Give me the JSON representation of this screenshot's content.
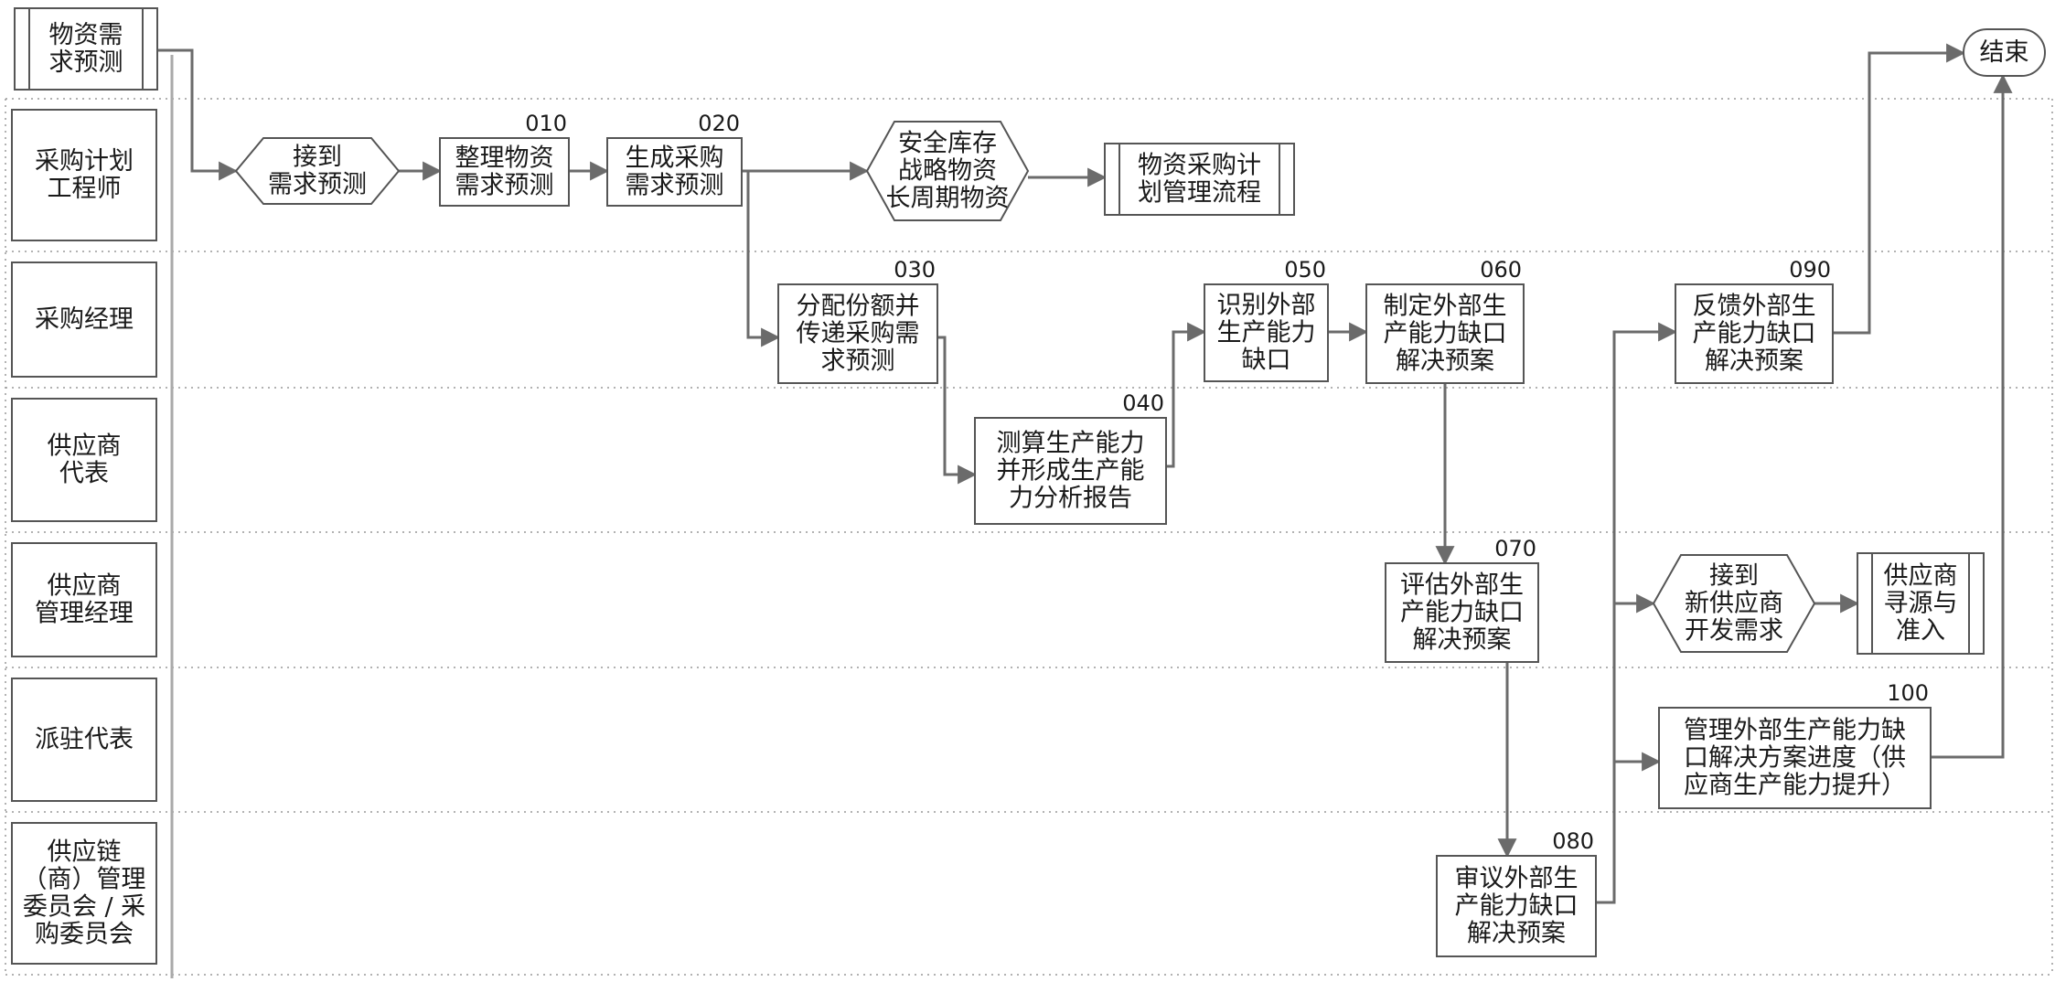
{
  "lanes": [
    {
      "id": "L1",
      "lines": [
        "采购计划",
        "工程师"
      ]
    },
    {
      "id": "L2",
      "lines": [
        "采购经理"
      ]
    },
    {
      "id": "L3",
      "lines": [
        "供应商",
        "代表"
      ]
    },
    {
      "id": "L4",
      "lines": [
        "供应商",
        "管理经理"
      ]
    },
    {
      "id": "L5",
      "lines": [
        "派驻代表"
      ]
    },
    {
      "id": "L6",
      "lines": [
        "供应链",
        "（商）管理",
        "委员会 / 采",
        "购委员会"
      ]
    }
  ],
  "nodes": [
    {
      "id": "N00",
      "shape": "subprocess",
      "lines": [
        "物资需",
        "求预测"
      ]
    },
    {
      "id": "N01",
      "shape": "hexagon",
      "lines": [
        "接到",
        "需求预测"
      ]
    },
    {
      "id": "N010",
      "shape": "rect",
      "code": "010",
      "lines": [
        "整理物资",
        "需求预测"
      ]
    },
    {
      "id": "N020",
      "shape": "rect",
      "code": "020",
      "lines": [
        "生成采购",
        "需求预测"
      ]
    },
    {
      "id": "N02",
      "shape": "hexagon",
      "lines": [
        "安全库存",
        "战略物资",
        "长周期物资"
      ]
    },
    {
      "id": "N03",
      "shape": "subprocess",
      "lines": [
        "物资采购计",
        "划管理流程"
      ]
    },
    {
      "id": "N030",
      "shape": "rect",
      "code": "030",
      "lines": [
        "分配份额并",
        "传递采购需",
        "求预测"
      ]
    },
    {
      "id": "N040",
      "shape": "rect",
      "code": "040",
      "lines": [
        "测算生产能力",
        "并形成生产能",
        "力分析报告"
      ]
    },
    {
      "id": "N050",
      "shape": "rect",
      "code": "050",
      "lines": [
        "识别外部",
        "生产能力",
        "缺口"
      ]
    },
    {
      "id": "N060",
      "shape": "rect",
      "code": "060",
      "lines": [
        "制定外部生",
        "产能力缺口",
        "解决预案"
      ]
    },
    {
      "id": "N070",
      "shape": "rect",
      "code": "070",
      "lines": [
        "评估外部生",
        "产能力缺口",
        "解决预案"
      ]
    },
    {
      "id": "N080",
      "shape": "rect",
      "code": "080",
      "lines": [
        "审议外部生",
        "产能力缺口",
        "解决预案"
      ]
    },
    {
      "id": "N090",
      "shape": "rect",
      "code": "090",
      "lines": [
        "反馈外部生",
        "产能力缺口",
        "解决预案"
      ]
    },
    {
      "id": "N04",
      "shape": "hexagon",
      "lines": [
        "接到",
        "新供应商",
        "开发需求"
      ]
    },
    {
      "id": "N05",
      "shape": "subprocess",
      "lines": [
        "供应商",
        "寻源与",
        "准入"
      ]
    },
    {
      "id": "N100",
      "shape": "rect",
      "code": "100",
      "lines": [
        "管理外部生产能力缺",
        "口解决方案进度（供",
        "应商生产能力提升）"
      ]
    },
    {
      "id": "NEND",
      "shape": "terminator",
      "lines": [
        "结束"
      ]
    }
  ],
  "edges": [
    {
      "from": "N00",
      "to": "N01"
    },
    {
      "from": "N01",
      "to": "N010"
    },
    {
      "from": "N010",
      "to": "N020"
    },
    {
      "from": "N020",
      "to": "N02"
    },
    {
      "from": "N02",
      "to": "N03"
    },
    {
      "from": "N020",
      "to": "N030"
    },
    {
      "from": "N030",
      "to": "N040"
    },
    {
      "from": "N040",
      "to": "N050"
    },
    {
      "from": "N050",
      "to": "N060"
    },
    {
      "from": "N060",
      "to": "N070"
    },
    {
      "from": "N070",
      "to": "N080"
    },
    {
      "from": "N080",
      "to": "N090"
    },
    {
      "from": "N080",
      "to": "N04"
    },
    {
      "from": "N080",
      "to": "N100"
    },
    {
      "from": "N04",
      "to": "N05"
    },
    {
      "from": "N090",
      "to": "NEND"
    },
    {
      "from": "N100",
      "to": "NEND"
    }
  ]
}
